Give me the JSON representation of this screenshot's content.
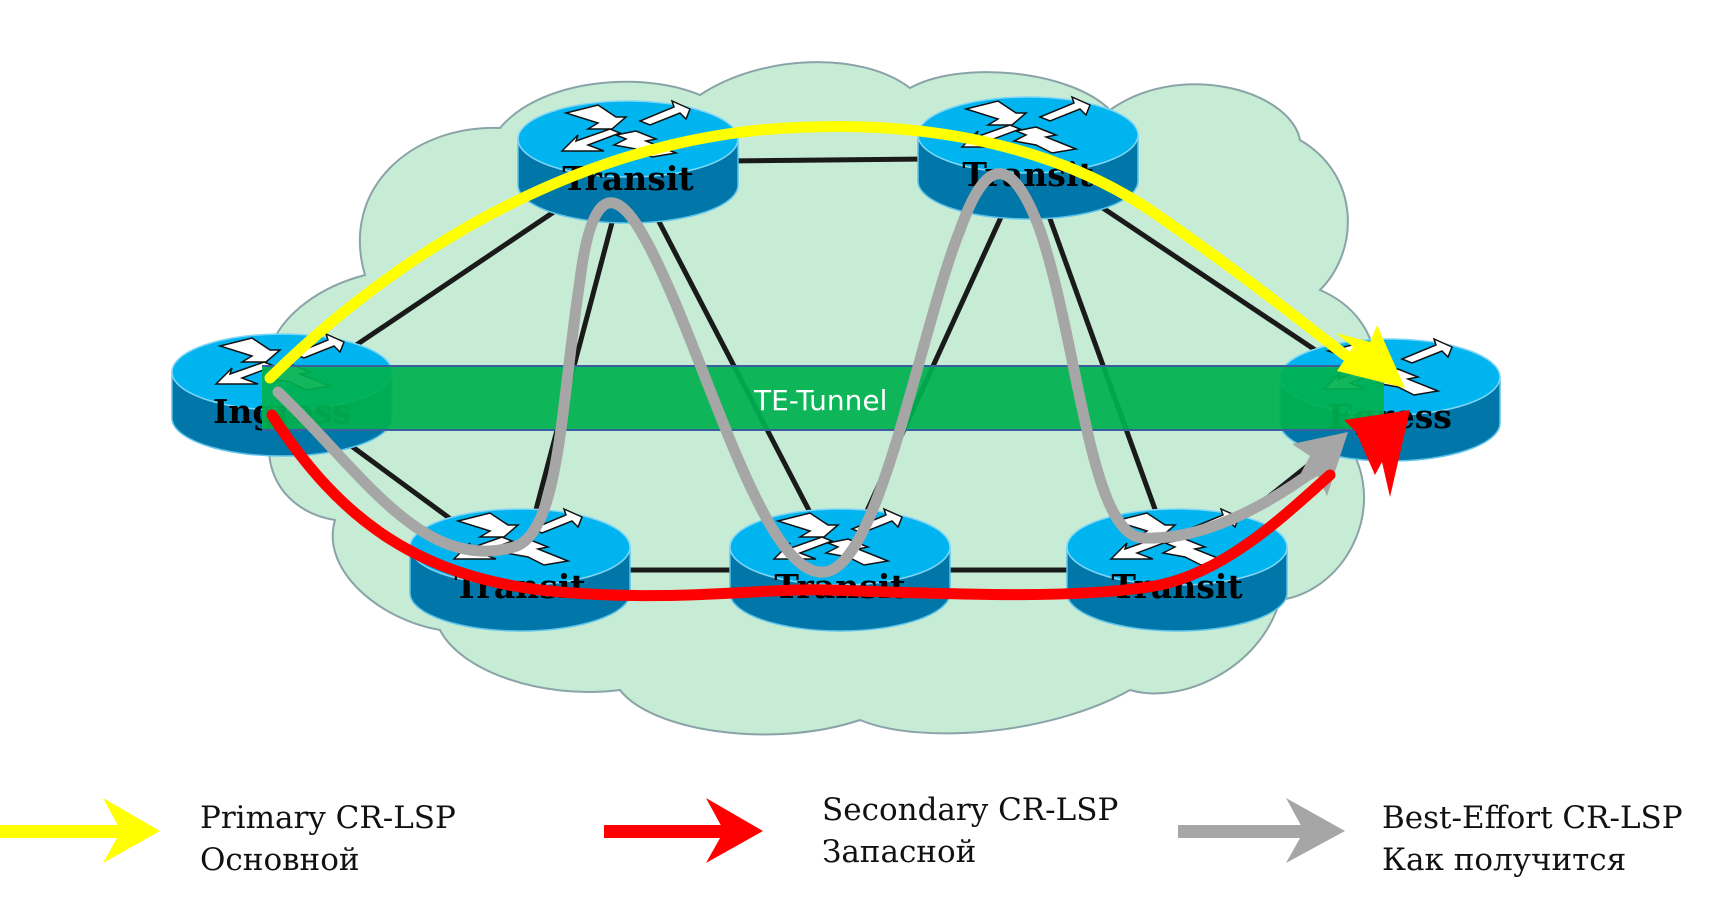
{
  "diagram": {
    "title": "MPLS TE CR-LSP paths",
    "cloud": {
      "fill": "#c6ecd5",
      "stroke": "#8aa3a8"
    },
    "colors": {
      "router_top": "#00b4f0",
      "router_side": "#0077a8",
      "link": "#1a1a1a",
      "tunnel": "#00b050",
      "tunnel_edge": "#3a5fa0",
      "primary": "#ffff00",
      "secondary": "#ff0000",
      "best_effort": "#a6a6a6"
    },
    "routers": [
      {
        "id": "ingress",
        "label": "Ingress",
        "role": "ingress"
      },
      {
        "id": "t-top-left",
        "label": "Transit",
        "role": "transit"
      },
      {
        "id": "t-top-right",
        "label": "Transit",
        "role": "transit"
      },
      {
        "id": "egress",
        "label": "Egress",
        "role": "egress"
      },
      {
        "id": "t-bot-left",
        "label": "Transit",
        "role": "transit"
      },
      {
        "id": "t-bot-mid",
        "label": "Transit",
        "role": "transit"
      },
      {
        "id": "t-bot-right",
        "label": "Transit",
        "role": "transit"
      }
    ],
    "links": [
      [
        "ingress",
        "t-top-left"
      ],
      [
        "t-top-left",
        "t-top-right"
      ],
      [
        "t-top-right",
        "egress"
      ],
      [
        "ingress",
        "t-bot-left"
      ],
      [
        "t-bot-left",
        "t-bot-mid"
      ],
      [
        "t-bot-mid",
        "t-bot-right"
      ],
      [
        "t-bot-right",
        "egress"
      ],
      [
        "t-top-left",
        "t-bot-left"
      ],
      [
        "t-top-left",
        "t-bot-mid"
      ],
      [
        "t-top-right",
        "t-bot-mid"
      ],
      [
        "t-top-right",
        "t-bot-right"
      ]
    ],
    "tunnel": {
      "label": "TE-Tunnel",
      "from": "ingress",
      "to": "egress"
    },
    "paths": [
      {
        "id": "primary",
        "hops": [
          "ingress",
          "t-top-left",
          "t-top-right",
          "egress"
        ]
      },
      {
        "id": "secondary",
        "hops": [
          "ingress",
          "t-bot-left",
          "t-bot-mid",
          "t-bot-right",
          "egress"
        ]
      },
      {
        "id": "best_effort",
        "hops": [
          "ingress",
          "t-bot-left",
          "t-top-left",
          "t-bot-mid",
          "t-top-right",
          "t-bot-right",
          "egress"
        ]
      }
    ]
  },
  "legend": [
    {
      "id": "primary",
      "line1": "Primary CR-LSP",
      "line2": "Основной",
      "color": "#ffff00"
    },
    {
      "id": "secondary",
      "line1": "Secondary CR-LSP",
      "line2": "Запасной",
      "color": "#ff0000"
    },
    {
      "id": "best_effort",
      "line1": "Best-Effort CR-LSP",
      "line2": "Как получится",
      "color": "#a6a6a6"
    }
  ]
}
